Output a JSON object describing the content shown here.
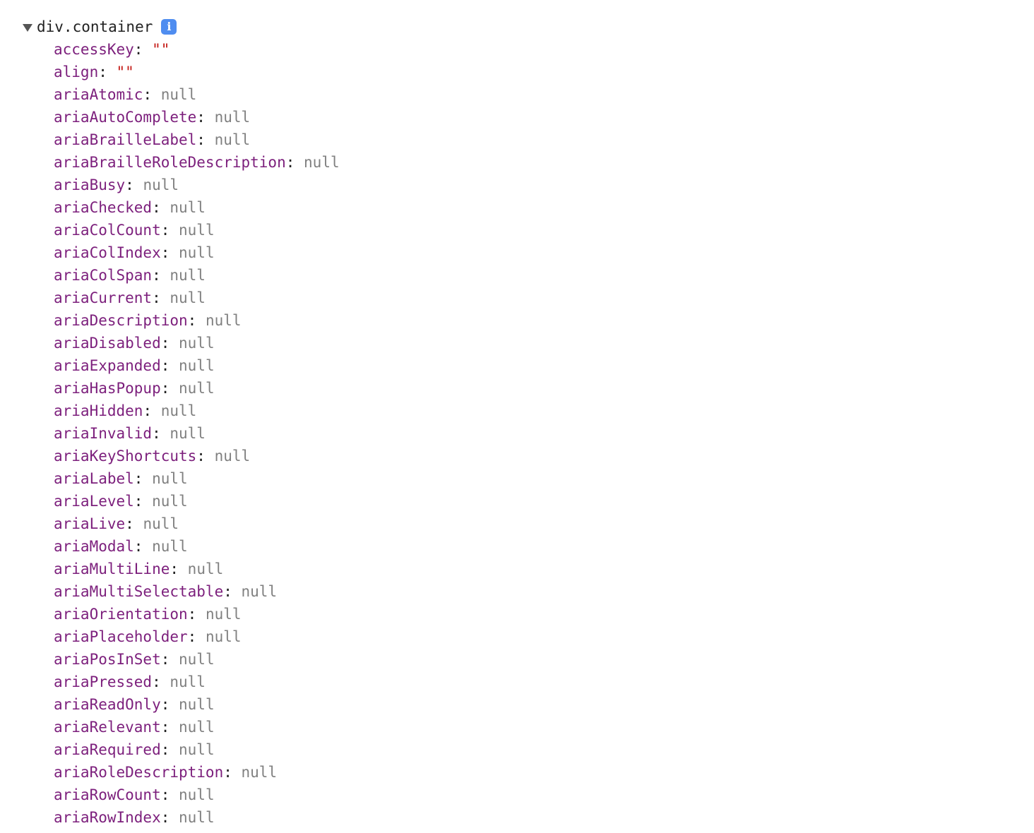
{
  "node": {
    "label": "div.container",
    "info_icon": "info-icon",
    "expanded": true
  },
  "colors": {
    "key": "#7c1f7c",
    "null": "#808080",
    "string": "#c41a16",
    "info": "#4f8df0"
  },
  "properties": [
    {
      "key": "accessKey",
      "value": "\"\"",
      "type": "string"
    },
    {
      "key": "align",
      "value": "\"\"",
      "type": "string"
    },
    {
      "key": "ariaAtomic",
      "value": "null",
      "type": "null"
    },
    {
      "key": "ariaAutoComplete",
      "value": "null",
      "type": "null"
    },
    {
      "key": "ariaBrailleLabel",
      "value": "null",
      "type": "null"
    },
    {
      "key": "ariaBrailleRoleDescription",
      "value": "null",
      "type": "null"
    },
    {
      "key": "ariaBusy",
      "value": "null",
      "type": "null"
    },
    {
      "key": "ariaChecked",
      "value": "null",
      "type": "null"
    },
    {
      "key": "ariaColCount",
      "value": "null",
      "type": "null"
    },
    {
      "key": "ariaColIndex",
      "value": "null",
      "type": "null"
    },
    {
      "key": "ariaColSpan",
      "value": "null",
      "type": "null"
    },
    {
      "key": "ariaCurrent",
      "value": "null",
      "type": "null"
    },
    {
      "key": "ariaDescription",
      "value": "null",
      "type": "null"
    },
    {
      "key": "ariaDisabled",
      "value": "null",
      "type": "null"
    },
    {
      "key": "ariaExpanded",
      "value": "null",
      "type": "null"
    },
    {
      "key": "ariaHasPopup",
      "value": "null",
      "type": "null"
    },
    {
      "key": "ariaHidden",
      "value": "null",
      "type": "null"
    },
    {
      "key": "ariaInvalid",
      "value": "null",
      "type": "null"
    },
    {
      "key": "ariaKeyShortcuts",
      "value": "null",
      "type": "null"
    },
    {
      "key": "ariaLabel",
      "value": "null",
      "type": "null"
    },
    {
      "key": "ariaLevel",
      "value": "null",
      "type": "null"
    },
    {
      "key": "ariaLive",
      "value": "null",
      "type": "null"
    },
    {
      "key": "ariaModal",
      "value": "null",
      "type": "null"
    },
    {
      "key": "ariaMultiLine",
      "value": "null",
      "type": "null"
    },
    {
      "key": "ariaMultiSelectable",
      "value": "null",
      "type": "null"
    },
    {
      "key": "ariaOrientation",
      "value": "null",
      "type": "null"
    },
    {
      "key": "ariaPlaceholder",
      "value": "null",
      "type": "null"
    },
    {
      "key": "ariaPosInSet",
      "value": "null",
      "type": "null"
    },
    {
      "key": "ariaPressed",
      "value": "null",
      "type": "null"
    },
    {
      "key": "ariaReadOnly",
      "value": "null",
      "type": "null"
    },
    {
      "key": "ariaRelevant",
      "value": "null",
      "type": "null"
    },
    {
      "key": "ariaRequired",
      "value": "null",
      "type": "null"
    },
    {
      "key": "ariaRoleDescription",
      "value": "null",
      "type": "null"
    },
    {
      "key": "ariaRowCount",
      "value": "null",
      "type": "null"
    },
    {
      "key": "ariaRowIndex",
      "value": "null",
      "type": "null"
    }
  ]
}
